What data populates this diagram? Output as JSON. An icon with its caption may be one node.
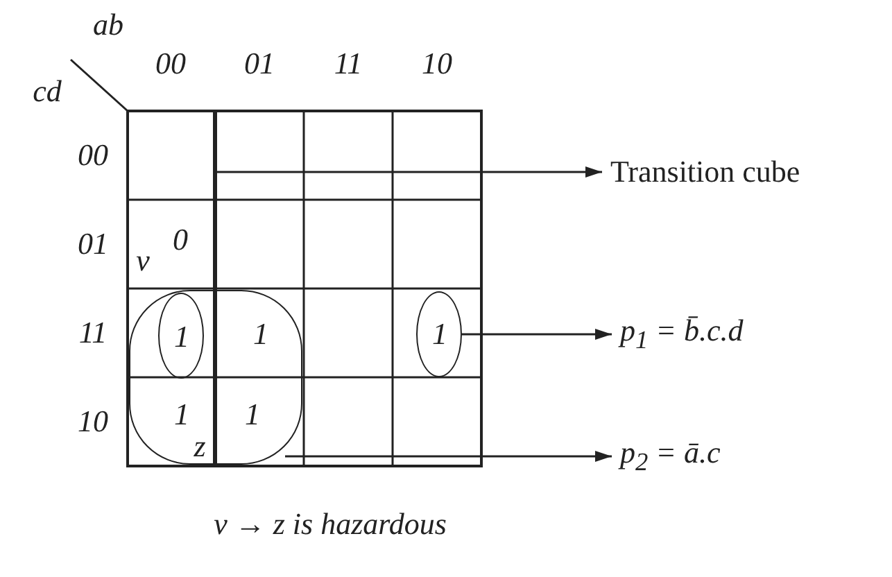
{
  "diagram": {
    "caption": "v → z is hazardous",
    "nodes": [
      {
        "text": [
          "Transition cube"
        ]
      },
      {
        "text": [
          "p$_{1}$ = b̄.c.d"
        ]
      },
      {
        "text": [
          "p$_{2}$ = ā.c"
        ]
      },
      {
        "text": [
          "1",
          "1",
          "1",
          "z"
        ]
      },
      {
        "text": [
          "1"
        ],
        "in": 3
      },
      {
        "text": [
          "1"
        ]
      }
    ],
    "edges": [
      {
        "from": null,
        "to": 0,
        "arrow": "to"
      },
      {
        "from": 5,
        "to": 1,
        "arrow": "to"
      },
      {
        "from": 3,
        "to": 2,
        "arrow": "to"
      }
    ],
    "labels": [
      "ab",
      "cd",
      "00",
      "01",
      "11",
      "10",
      "00",
      "01",
      "v",
      "0",
      "11",
      "10"
    ]
  }
}
